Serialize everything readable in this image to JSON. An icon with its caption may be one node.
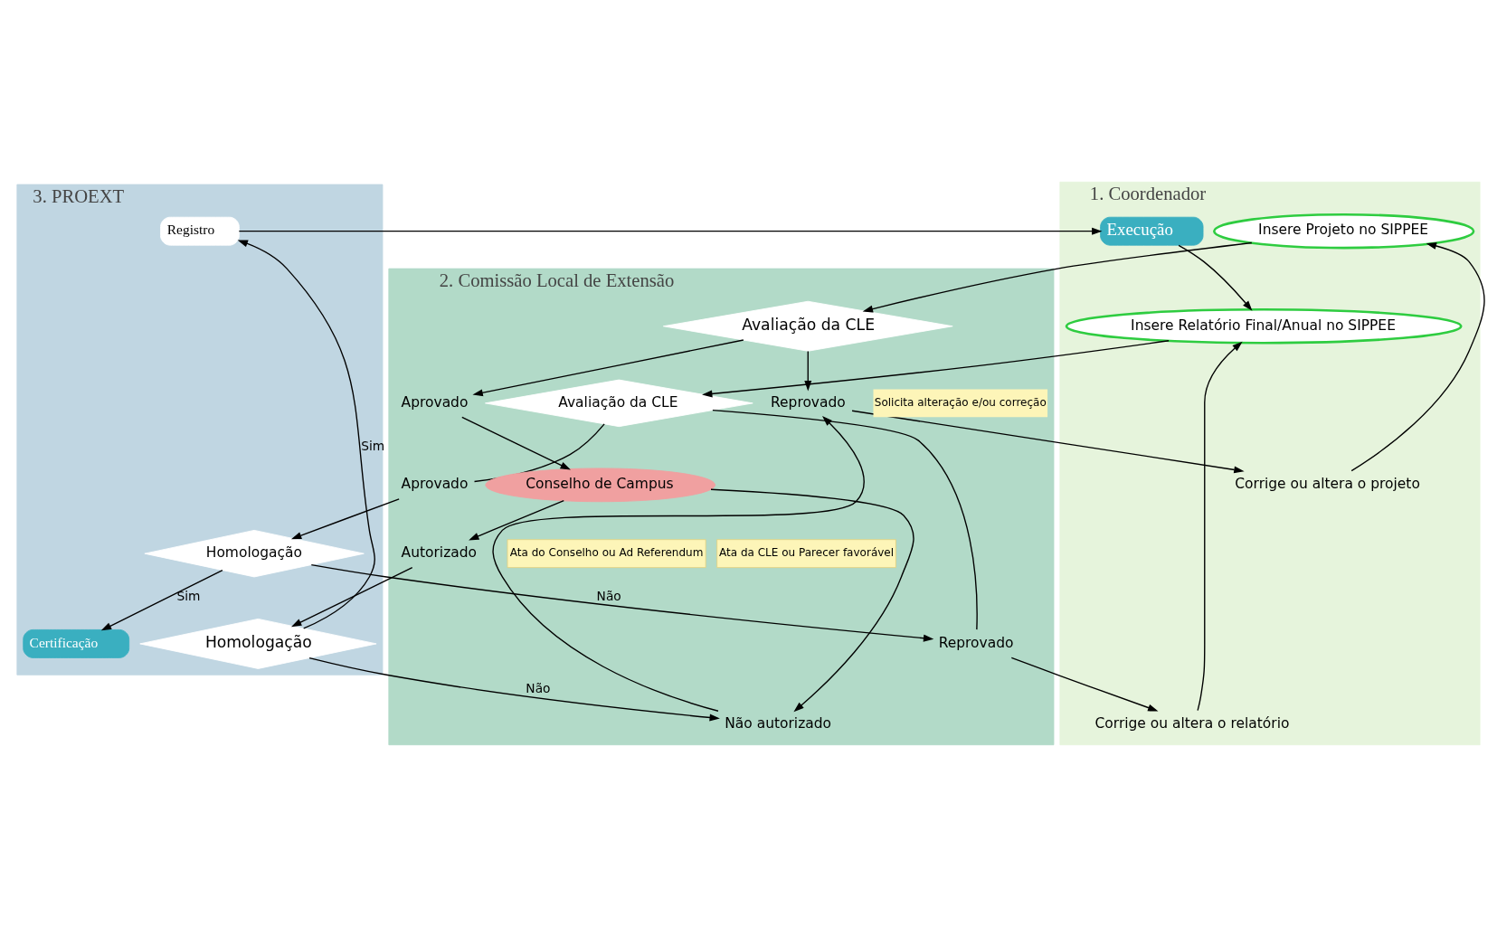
{
  "diagram": {
    "nodes": [
      {
        "text": [
          "1. Coordenador"
        ]
      },
      {
        "text": [
          "2. Comissão Local de Extensão"
        ]
      },
      {
        "text": [
          "3. PROEXT"
        ]
      },
      {
        "text": [
          "Insere Projeto no SIPPEE"
        ],
        "in": 0
      },
      {
        "text": [
          "Execução"
        ],
        "in": 0
      },
      {
        "text": [
          "Insere Relatório Final/Anual no SIPPEE"
        ],
        "in": 0
      },
      {
        "text": [
          "Registro"
        ],
        "in": 2
      },
      {
        "text": [
          "Corrige ou altera o projeto"
        ],
        "in": 0
      },
      {
        "text": [
          "Corrige ou altera o relatório"
        ],
        "in": 0
      },
      {
        "text": [
          "Avaliação da CLE"
        ],
        "in": 1
      },
      {
        "text": [
          "Reprovado"
        ],
        "in": 1
      },
      {
        "text": [
          "Certificação"
        ],
        "in": 2
      },
      {
        "text": [
          "Avaliação da CLE"
        ],
        "in": 1
      },
      {
        "text": [
          "Reprovado"
        ],
        "in": 1
      },
      {
        "text": [
          "Homologação"
        ],
        "in": 2
      },
      {
        "text": [
          "Aprovado"
        ],
        "in": 1
      },
      {
        "text": [
          "Aprovado"
        ],
        "in": 1
      },
      {
        "text": [
          "Não autorizado"
        ],
        "in": 1
      },
      {
        "text": [
          "Homologação"
        ],
        "in": 2
      },
      {
        "text": [
          "Conselho de Campus"
        ],
        "in": 1
      },
      {
        "text": [
          "Autorizado"
        ],
        "in": 1,
        "beside": [
          "Ata da CLE ou Parecer favorável",
          "Ata do Conselho ou Ad Referendum"
        ]
      }
    ],
    "edges": [
      {
        "from": 3,
        "to": 9,
        "arrow": "to"
      },
      {
        "from": 9,
        "to": 10,
        "arrow": "to"
      },
      {
        "from": 10,
        "to": 7,
        "arrow": "to"
      },
      {
        "from": 7,
        "to": 3,
        "arrow": "to"
      },
      {
        "from": 9,
        "to": 15,
        "arrow": "to"
      },
      {
        "from": 15,
        "to": 19,
        "arrow": "to"
      },
      {
        "from": 19,
        "to": 17,
        "arrow": "to"
      },
      {
        "from": 17,
        "to": 10,
        "arrow": "to"
      },
      {
        "from": 19,
        "to": 20,
        "arrow": "to"
      },
      {
        "from": 20,
        "to": 18,
        "arrow": "to"
      },
      {
        "from": 18,
        "to": 17,
        "label": "Não",
        "arrow": "to"
      },
      {
        "from": 18,
        "to": 6,
        "label": "Sim",
        "arrow": "to"
      },
      {
        "from": 6,
        "to": 4,
        "arrow": "to"
      },
      {
        "from": 4,
        "to": 5,
        "arrow": "to"
      },
      {
        "from": 5,
        "to": 12,
        "arrow": "to"
      },
      {
        "from": 12,
        "to": 13,
        "arrow": "none"
      },
      {
        "from": 13,
        "to": 8,
        "arrow": "to"
      },
      {
        "from": 8,
        "to": 5,
        "arrow": "to"
      },
      {
        "from": 14,
        "to": 13,
        "label": "Não",
        "arrow": "to"
      },
      {
        "from": 12,
        "to": 16,
        "arrow": "none"
      },
      {
        "from": 16,
        "to": 14,
        "arrow": "to"
      },
      {
        "from": 14,
        "to": 11,
        "label": "Sim",
        "arrow": "to"
      }
    ],
    "labels": [
      "Solicita alteração e/ou correção"
    ]
  }
}
